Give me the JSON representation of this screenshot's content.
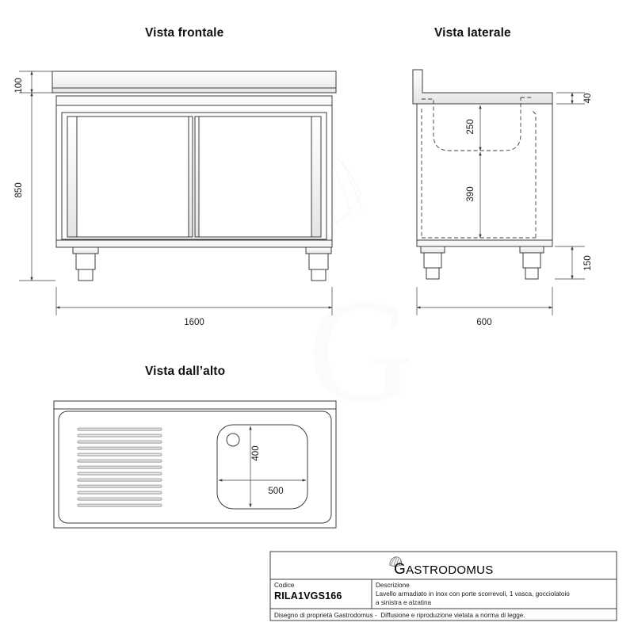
{
  "document": {
    "type": "technical-drawing",
    "background_color": "#ffffff",
    "line_color": "#3c3c3c",
    "text_color": "#1a1a1a"
  },
  "views": {
    "front": {
      "title": "Vista frontale",
      "dimensions": {
        "top_thickness": "100",
        "height": "850",
        "width": "1600"
      }
    },
    "side": {
      "title": "Vista laterale",
      "dimensions": {
        "top_edge": "40",
        "basin_depth": "250",
        "cabinet_inner": "390",
        "leg_height": "150",
        "depth": "600"
      }
    },
    "top": {
      "title": "Vista dall’alto",
      "dimensions": {
        "basin_height": "400",
        "basin_width": "500"
      },
      "drainboard_grooves": 13,
      "drain_hole": "drain-hole"
    }
  },
  "title_block": {
    "logo_text": "GASTRODOMUS",
    "logo_initial": "G",
    "logo_rest": "ASTRODOMUS",
    "code_label": "Codice",
    "code_value": "RILA1VGS166",
    "description_label": "Descrizione",
    "description_line1": "Lavello armadiato in inox con porte scorrevoli, 1 vasca, gocciolatoio",
    "description_line2": "a sinistra e alzatina",
    "footer": "Disegno di proprietà Gastrodomus -  Diffusione e riproduzione vietata a norma di legge."
  }
}
